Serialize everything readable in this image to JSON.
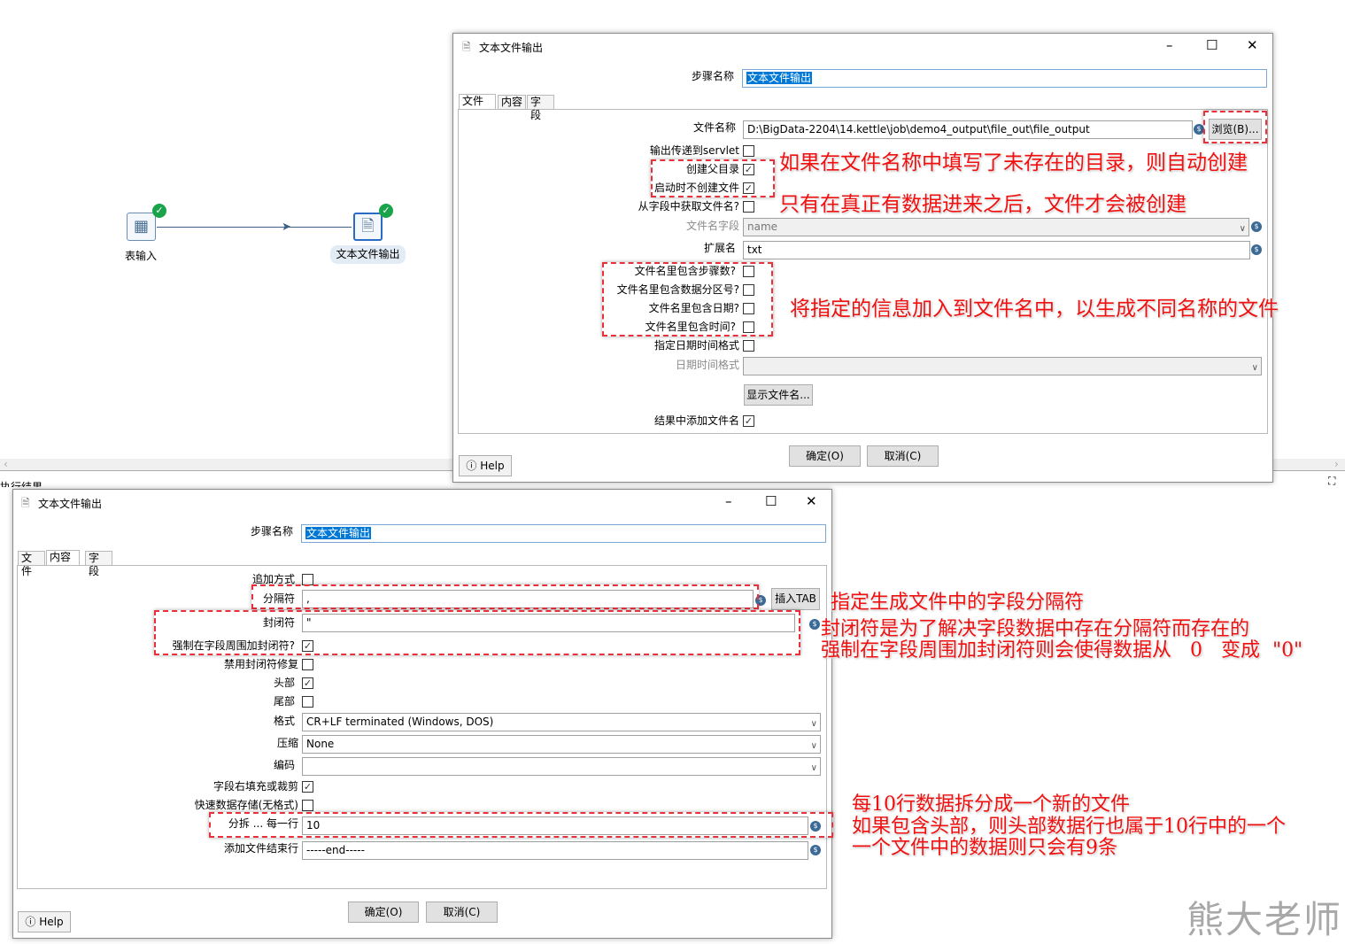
{
  "canvas": {
    "nodes": [
      {
        "label": "表输入"
      },
      {
        "label": "文本文件输出"
      }
    ],
    "bottom_tab_partial": "执行结果"
  },
  "top_dialog": {
    "title": "文本文件输出",
    "step_name_label": "步骤名称",
    "step_name_value": "文本文件输出",
    "tabs": [
      "文件",
      "内容",
      "字段"
    ],
    "filename_label": "文件名称",
    "filename_value": "D:\\BigData-2204\\14.kettle\\job\\demo4_output\\file_out\\file_output",
    "browse_label": "浏览(B)...",
    "rows": [
      {
        "label": "输出传递到servlet",
        "checked": false
      },
      {
        "label": "创建父目录",
        "checked": true
      },
      {
        "label": "启动时不创建文件",
        "checked": true
      },
      {
        "label": "从字段中获取文件名?",
        "checked": false
      }
    ],
    "filename_field_label": "文件名字段",
    "filename_field_value": "name",
    "extension_label": "扩展名",
    "extension_value": "txt",
    "include_rows": [
      {
        "label": "文件名里包含步骤数?",
        "checked": false
      },
      {
        "label": "文件名里包含数据分区号?",
        "checked": false
      },
      {
        "label": "文件名里包含日期?",
        "checked": false
      },
      {
        "label": "文件名里包含时间?",
        "checked": false
      },
      {
        "label": "指定日期时间格式",
        "checked": false
      }
    ],
    "datetime_format_label": "日期时间格式",
    "datetime_format_value": "",
    "show_filename_label": "显示文件名...",
    "add_result_label": "结果中添加文件名",
    "add_result_checked": true,
    "help": "Help",
    "ok": "确定(O)",
    "cancel": "取消(C)"
  },
  "bottom_dialog": {
    "title": "文本文件输出",
    "step_name_label": "步骤名称",
    "step_name_value": "文本文件输出",
    "tabs": [
      "文件",
      "内容",
      "字段"
    ],
    "append_label": "追加方式",
    "append_checked": false,
    "separator_label": "分隔符",
    "separator_value": ",",
    "insert_tab": "插入TAB",
    "enclosure_label": "封闭符",
    "enclosure_value": "\"",
    "checks": [
      {
        "label": "强制在字段周围加封闭符?",
        "checked": true
      },
      {
        "label": "禁用封闭符修复",
        "checked": false
      },
      {
        "label": "头部",
        "checked": true
      },
      {
        "label": "尾部",
        "checked": false
      }
    ],
    "format_label": "格式",
    "format_value": "CR+LF terminated (Windows, DOS)",
    "compression_label": "压缩",
    "compression_value": "None",
    "encoding_label": "编码",
    "encoding_value": "",
    "pad_label": "字段右填充或裁剪",
    "pad_checked": true,
    "fast_label": "快速数据存储(无格式)",
    "fast_checked": false,
    "split_label": "分拆 ... 每一行",
    "split_value": "10",
    "end_line_label": "添加文件结束行",
    "end_line_value": "-----end-----",
    "help": "Help",
    "ok": "确定(O)",
    "cancel": "取消(C)"
  },
  "annotations": {
    "a1": "如果在文件名称中填写了未存在的目录，则自动创建",
    "a2": "只有在真正有数据进来之后，文件才会被创建",
    "a3": "将指定的信息加入到文件名中，以生成不同名称的文件",
    "a4": "指定生成文件中的字段分隔符",
    "a5": "封闭符是为了解决字段数据中存在分隔符而存在的",
    "a6": "强制在字段周围加封闭符则会使得数据从   0   变成  \"0\"",
    "a7": "每10行数据拆分成一个新的文件",
    "a8": "如果包含头部，则头部数据行也属于10行中的一个",
    "a9": "一个文件中的数据则只会有9条"
  },
  "watermark": "熊大老师"
}
